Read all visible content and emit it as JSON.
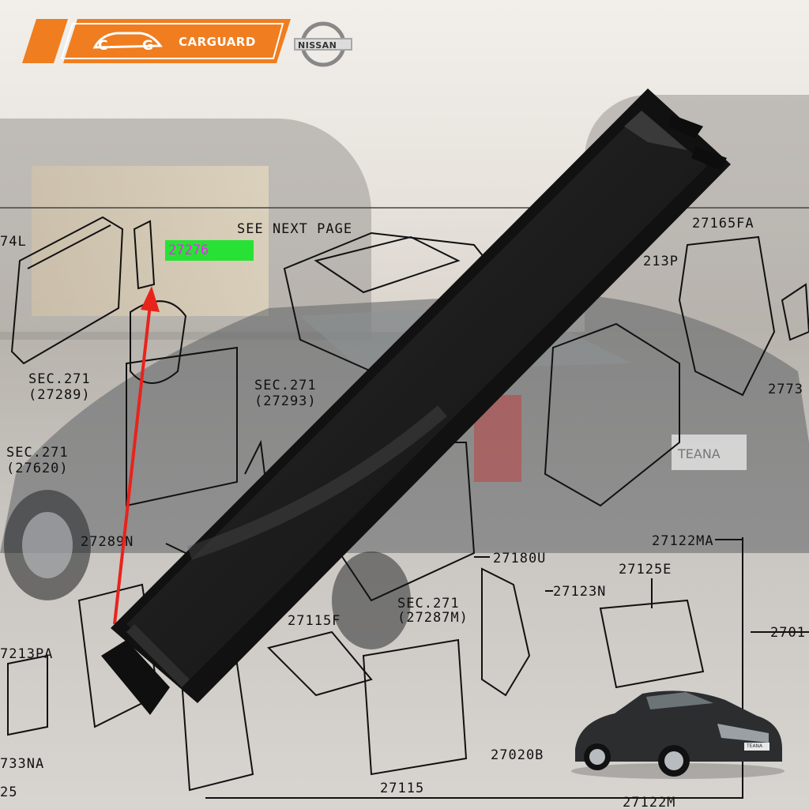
{
  "brand": {
    "name": "CARGUARD",
    "logo_letters": [
      "C",
      "G"
    ],
    "accent_color": "#f07d1f",
    "partner_logo_text": "NISSAN"
  },
  "highlight": {
    "part_number": "27276",
    "badge_color": "#28e135",
    "arrow_color": "#e8231c"
  },
  "diagram_labels": {
    "see_next_page": "SEE NEXT PAGE",
    "l_74l": "74L",
    "sec_27289_a": "SEC.271",
    "sec_27289_b": "(27289)",
    "sec_27293_a": "SEC.271",
    "sec_27293_b": "(27293)",
    "sec_27620_a": "SEC.271",
    "sec_27620_b": "(27620)",
    "p_27289n": "27289N",
    "p_27213pa": "7213PA",
    "p_27733na": "733NA",
    "p_25": "25",
    "p_27115f": "27115F",
    "sec_27287m_a": "SEC.271",
    "sec_27287m_b": "(27287M)",
    "p_27180u": "27180U",
    "p_27123n": "27123N",
    "p_27125e": "27125E",
    "p_27122ma": "27122MA",
    "p_27115": "27115",
    "p_27020b": "27020B",
    "p_27122m": "27122M",
    "p_27165fa": "27165FA",
    "p_213p": "213P",
    "p_2773": "2773",
    "p_2701": "2701"
  },
  "car_badge": "TEANA",
  "thumb_badge": "TEANA"
}
